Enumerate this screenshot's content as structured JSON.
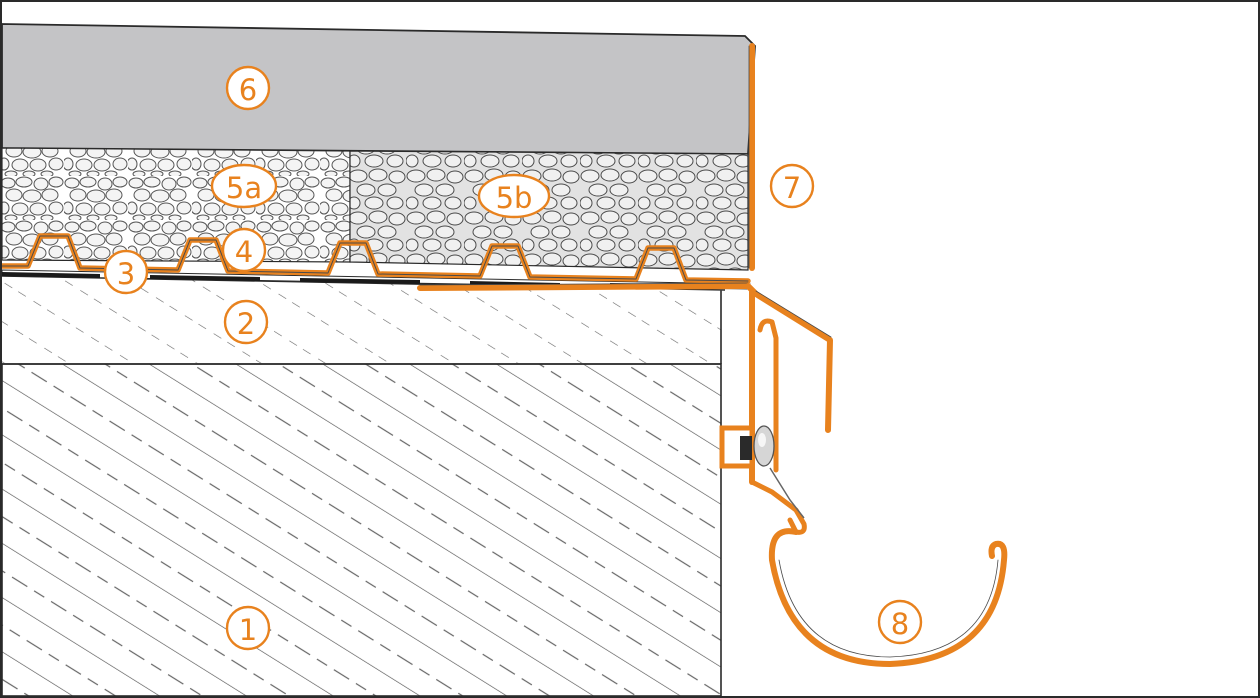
{
  "callouts": [
    {
      "id": "c1",
      "label": "1"
    },
    {
      "id": "c2",
      "label": "2"
    },
    {
      "id": "c3",
      "label": "3"
    },
    {
      "id": "c4",
      "label": "4"
    },
    {
      "id": "c5a",
      "label": "5a"
    },
    {
      "id": "c5b",
      "label": "5b"
    },
    {
      "id": "c6",
      "label": "6"
    },
    {
      "id": "c7",
      "label": "7"
    },
    {
      "id": "c8",
      "label": "8"
    }
  ],
  "colors": {
    "accent": "#e8821e",
    "accent_dark": "#b85e0c",
    "slab": "#c4c4c6",
    "outline": "#2a2a2a",
    "membrane": "#1a1a1a",
    "hatch": "#5c5c5c"
  }
}
